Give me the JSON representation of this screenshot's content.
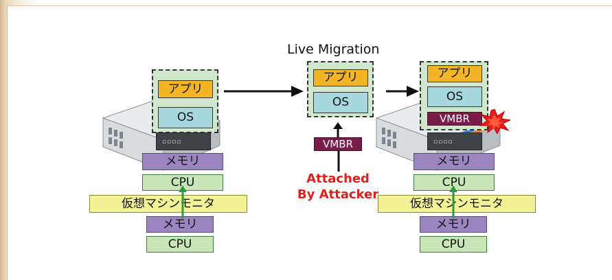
{
  "title": "Live Migration",
  "labels": {
    "app": "アプリ",
    "os": "OS",
    "memory": "メモリ",
    "cpu": "CPU",
    "hypervisor": "仮想マシンモニタ",
    "vmbr": "VMBR"
  },
  "attacker_note": {
    "line1": "Attached",
    "line2": "By Attacker"
  },
  "colors": {
    "app": "#f3b526",
    "os": "#a8d8df",
    "memory": "#9a86bf",
    "cpu": "#c8e6b8",
    "hypervisor": "#f2f296",
    "vmbr": "#7a1c4a",
    "vm_container": "#cfe8cc",
    "attacker_text": "#e0201c",
    "explosion": "#e81a1a"
  },
  "icons": [
    "server-icon",
    "arrow-right-icon",
    "arrow-up-icon",
    "explosion-icon"
  ]
}
